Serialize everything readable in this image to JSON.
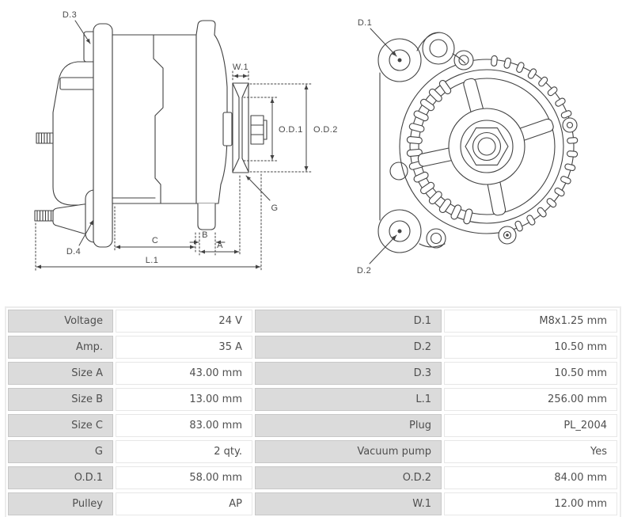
{
  "drawing": {
    "labels": {
      "d1": "D.1",
      "d2": "D.2",
      "d3": "D.3",
      "d4": "D.4",
      "w1": "W.1",
      "od1": "O.D.1",
      "od2": "O.D.2",
      "g": "G",
      "c": "C",
      "b": "B",
      "a": "A",
      "l1": "L.1"
    }
  },
  "table": {
    "rows": [
      [
        "Voltage",
        "24 V",
        "D.1",
        "M8x1.25 mm"
      ],
      [
        "Amp.",
        "35 A",
        "D.2",
        "10.50 mm"
      ],
      [
        "Size A",
        "43.00 mm",
        "D.3",
        "10.50 mm"
      ],
      [
        "Size B",
        "13.00 mm",
        "L.1",
        "256.00 mm"
      ],
      [
        "Size C",
        "83.00 mm",
        "Plug",
        "PL_2004"
      ],
      [
        "G",
        "2 qty.",
        "Vacuum pump",
        "Yes"
      ],
      [
        "O.D.1",
        "58.00 mm",
        "O.D.2",
        "84.00 mm"
      ],
      [
        "Pulley",
        "AP",
        "W.1",
        "12.00 mm"
      ]
    ]
  },
  "colors": {
    "line": "#424242",
    "label_text": "#4a4a4a",
    "table_label_cell_bg": "#dbdbdb",
    "table_value_cell_bg": "#ffffff",
    "table_label_border": "#c8c8c8",
    "table_value_border": "#e7e7e7",
    "page_bg": "#ffffff"
  }
}
